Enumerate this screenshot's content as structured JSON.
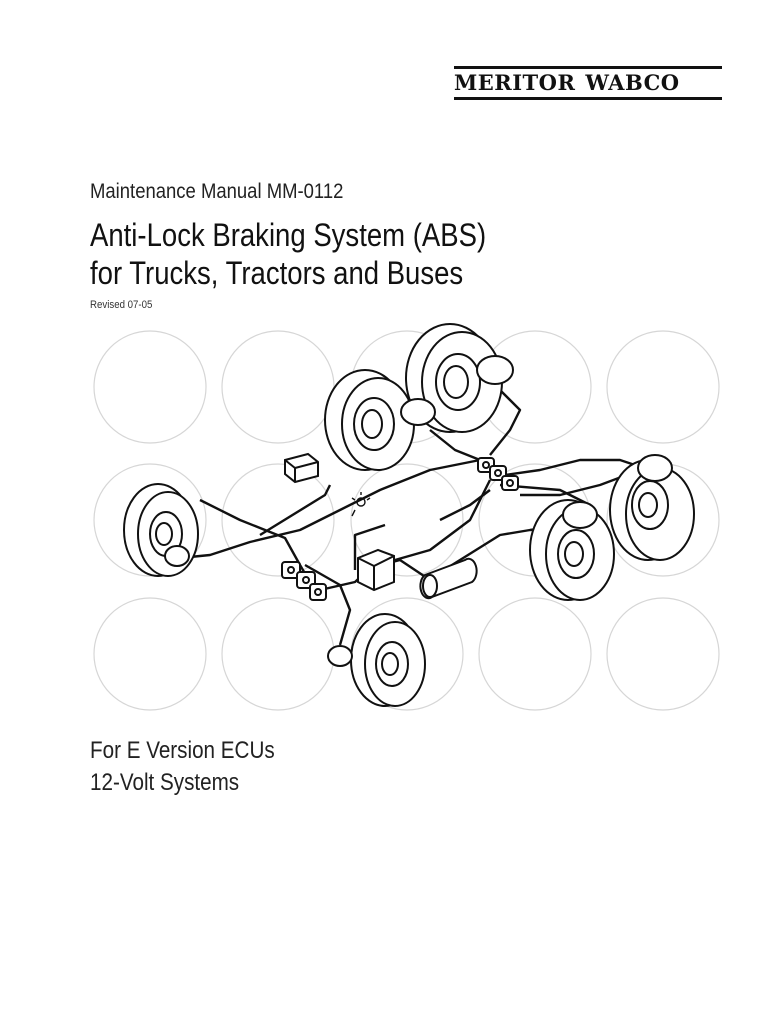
{
  "logo": {
    "brand_left": "MERITOR",
    "brand_right": "WABCO"
  },
  "subtitle": "Maintenance Manual MM-0112",
  "title": {
    "line1": "Anti-Lock Braking System (ABS)",
    "line2": "for Trucks, Tractors and Buses"
  },
  "revised": "Revised 07-05",
  "footer": {
    "line1": "For E Version ECUs",
    "line2": "12-Volt Systems"
  },
  "diagram": {
    "subject": "abs-chassis-schematic"
  }
}
